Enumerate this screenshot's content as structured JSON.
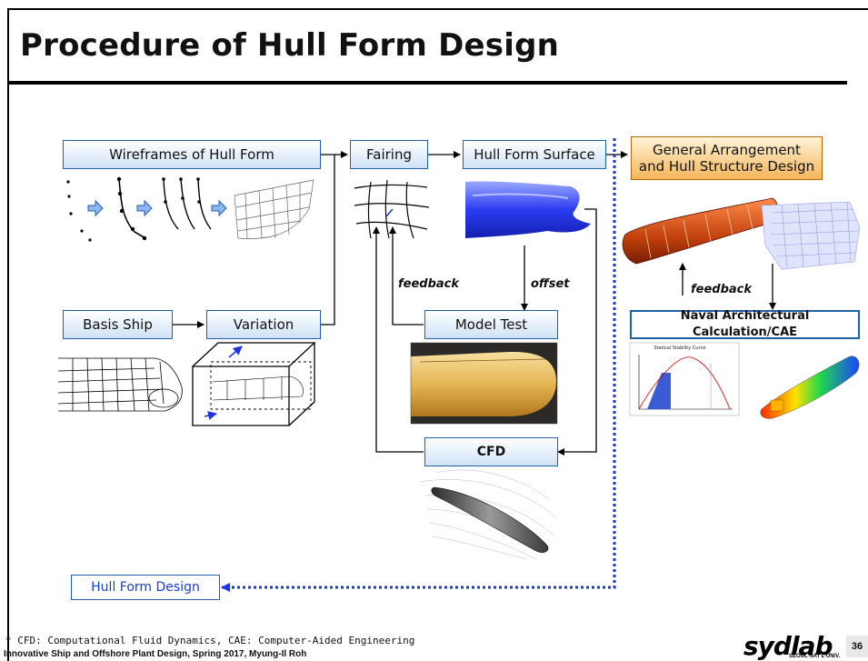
{
  "slide": {
    "title": "Procedure of Hull Form Design",
    "page_number": "36"
  },
  "boxes": {
    "wireframes": "Wireframes of Hull Form",
    "fairing": "Fairing",
    "hull_surface": "Hull Form Surface",
    "general_arrangement_line1": "General Arrangement",
    "general_arrangement_line2": "and Hull Structure Design",
    "basis_ship": "Basis Ship",
    "variation": "Variation",
    "model_test": "Model Test",
    "cfd": "CFD",
    "naval_calc": "Naval Architectural Calculation/CAE",
    "hull_form_design": "Hull Form Design"
  },
  "labels": {
    "feedback_left": "feedback",
    "offset": "offset",
    "feedback_right": "feedback"
  },
  "stability_figure": {
    "title": "Statical Stability Curve"
  },
  "footer": {
    "note": "* CFD: Computational Fluid Dynamics, CAE: Computer-Aided Engineering",
    "course": "Innovative Ship and Offshore Plant Design, Spring 2017, Myung-Il Roh",
    "logo": "sydlab",
    "logo_sub": "SEOUL NAT'L UNIV."
  },
  "colors": {
    "box_border": "#1f5fa8",
    "arrow_blue": "#2a4fd8",
    "dotted_blue": "#1d35e0",
    "orange": "#f5b55a"
  }
}
